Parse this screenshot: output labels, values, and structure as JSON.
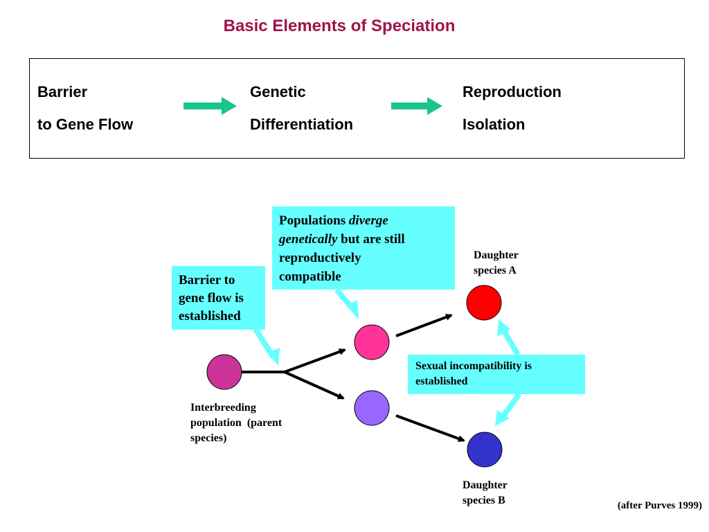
{
  "title": "Basic Elements of Speciation",
  "stages": [
    {
      "line1": "Barrier",
      "line2": "to Gene Flow"
    },
    {
      "line1": "Genetic",
      "line2": "Differentiation"
    },
    {
      "line1": "Reproduction",
      "line2": "Isolation"
    }
  ],
  "notes": {
    "barrier": {
      "line1": "Barrier to",
      "line2": "gene flow is",
      "line3": "established"
    },
    "diverge": {
      "word1": "Populations",
      "word2": "diverge",
      "word3": "genetically",
      "rest1": "but are still",
      "rest2": "reproductively",
      "rest3": "compatible"
    },
    "sexual": {
      "line1": "Sexual incompatibility is",
      "line2": "established"
    }
  },
  "labels": {
    "parent": {
      "line1": "Interbreeding",
      "line2": "population  (parent",
      "line3": "species)"
    },
    "daughter_a": {
      "line1": "Daughter",
      "line2": "species A"
    },
    "daughter_b": {
      "line1": "Daughter",
      "line2": "species B"
    }
  },
  "credit": "(after Purves 1999)",
  "colors": {
    "title": "#a0124a",
    "process_arrow": "#1ac48f",
    "note_fill": "#66ffff",
    "pointer": "#66ffff",
    "parent_node": "#cc3399",
    "pink_node": "#ff3399",
    "violet_node": "#9966ff",
    "daughter_a_node": "#ff0000",
    "daughter_b_node": "#3333cc"
  }
}
